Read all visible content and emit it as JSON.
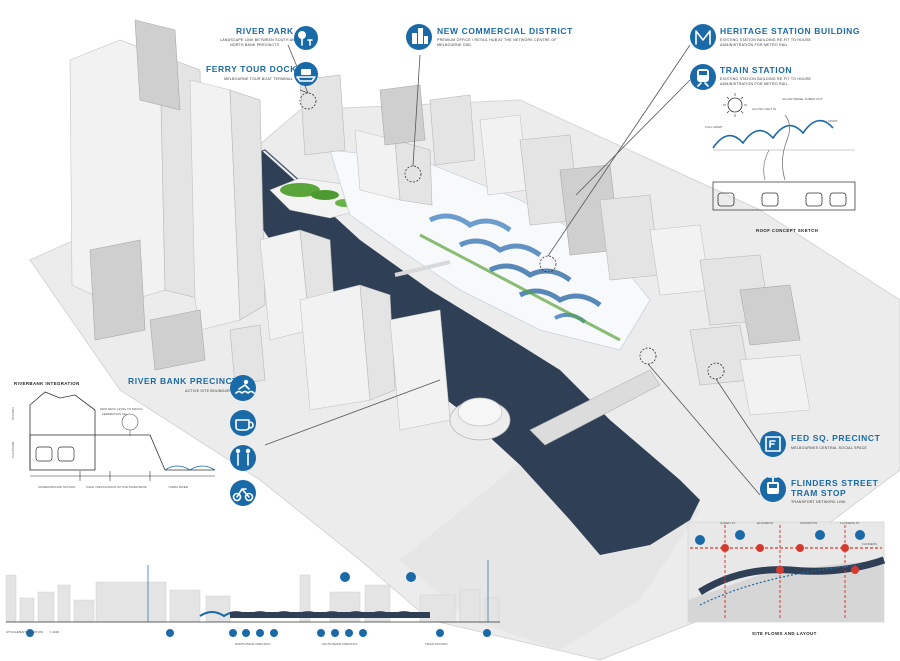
{
  "callouts": {
    "river_park": {
      "title": "RIVER PARK",
      "sub1": "LANDSCAPE LINK BETWEEN SOUTH AND",
      "sub2": "NORTH BANK PRECINCTS"
    },
    "ferry": {
      "title": "FERRY TOUR DOCK",
      "sub1": "MELBOURNE TOUR BOAT TERMINAL"
    },
    "commercial": {
      "title": "NEW COMMERCIAL DISTRICT",
      "sub1": "PREMIUM OFFICE / RETAIL HUB AT THE NETWORK CENTRE OF",
      "sub2": "MELBOURNE CBD"
    },
    "heritage": {
      "title": "HERITAGE STATION BUILDING",
      "sub1": "EXISTING STATION BUILDING RE-FIT TO HOUSE",
      "sub2": "ADMINISTRATION FOR METRO RAIL"
    },
    "train": {
      "title": "TRAIN STATION",
      "sub1": "EXISTING STATION BUILDING RE-FIT TO HOUSE",
      "sub2": "ADMINISTRATION FOR METRO RAIL"
    },
    "riverbank": {
      "title": "RIVER BANK PRECINCT",
      "sub1": "ACTIVE SITE BOUNDARY"
    },
    "fedsq": {
      "title": "FED SQ. PRECINCT",
      "sub1": "MELBOURNES CENTRAL SOCIAL SPACE"
    },
    "tram": {
      "title": "FLINDERS STREET",
      "title2": "TRAM STOP",
      "sub1": "TRANSPORT NETWORK LINK"
    }
  },
  "roof_sketch": {
    "allow_light": "ALLOW LIGHT IN",
    "allow_diesel": "ALLOW DIESEL FUMES OUT",
    "full_apart_left": "FULL APART",
    "full_apart_right": "FULL APART",
    "caption": "ROOF CONCEPT SKETCH"
  },
  "riverbank_section": {
    "heading": "RIVERBANK INTEGRATION",
    "deck_note1": "NEW DECK LEVEL TO MATCH",
    "deck_note2": "FEDERATION SQ.",
    "station_label": "STATION",
    "platform_label": "PLATFORM",
    "labels": [
      "UNDERGROUND STATION",
      "CAFE / RESTAURANT",
      "ACTIVE RIVER BANK",
      "YARRA RIVER"
    ]
  },
  "site_flows": {
    "caption": "SITE FLOWS AND LAYOUT",
    "markers": [
      "QUEEN ST",
      "ELIZABETH",
      "SWANSTON",
      "FLINDERS ST",
      "FLINDERS"
    ]
  },
  "elevation": {
    "label": "ATTACHMENT ELEVATION",
    "scale": "1:1000",
    "tags": [
      "NORTH BANK PRECINCT",
      "SOUTH BANK PRECINCT",
      "TRAIN STATION"
    ]
  },
  "colors": {
    "accent": "#1b6aa8",
    "river": "#2e3f56",
    "park": "#5aa53a"
  },
  "icons": [
    "tree-icon",
    "ferry-icon",
    "buildings-icon",
    "metro-icon",
    "train-icon",
    "swim-icon",
    "coffee-icon",
    "people-icon",
    "bike-icon",
    "fedsq-icon",
    "tram-icon"
  ]
}
